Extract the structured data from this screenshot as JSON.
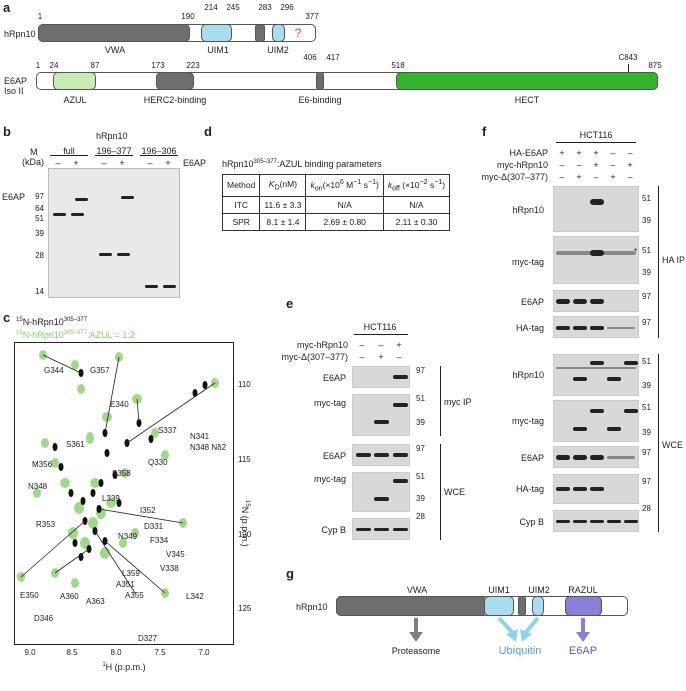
{
  "panels": {
    "a": "a",
    "b": "b",
    "c": "c",
    "d": "d",
    "e": "e",
    "f": "f",
    "g": "g"
  },
  "a": {
    "hrpn10": {
      "name": "hRpn10",
      "n1": "1",
      "n190": "190",
      "n214": "214",
      "n245": "245",
      "n283": "283",
      "n296": "296",
      "n377": "377",
      "vwa": "VWA",
      "uim1": "UIM1",
      "uim2": "UIM2",
      "q": "?"
    },
    "e6ap": {
      "name": "E6AP",
      "iso": "Iso II",
      "n1": "1",
      "n24": "24",
      "n87": "87",
      "n173": "173",
      "n223": "223",
      "n406": "406",
      "n417": "417",
      "n518": "518",
      "n875": "875",
      "c843": "C843",
      "azul": "AZUL",
      "herc2": "HERC2-binding",
      "e6": "E6-binding",
      "hect": "HECT"
    }
  },
  "b": {
    "m": "M",
    "kda": "(kDa)",
    "hrpn10": "hRpn10",
    "full": "full",
    "r1": "196–377",
    "r2": "196–306",
    "lanes": [
      "–",
      "+",
      "–",
      "+",
      "–",
      "+"
    ],
    "e6ap": "E6AP",
    "e6ap_mark": "E6AP",
    "markers": [
      "97",
      "64",
      "51",
      "39",
      "28",
      "14"
    ]
  },
  "c": {
    "legend1": "15N-hRpn10305–377",
    "legend2": "15N-hRpn10305–377:AZUL = 1:2",
    "l1a": "15",
    "l1b": "N-hRpn10",
    "l1c": "305–377",
    "l2a": "15",
    "l2b": "N-hRpn10",
    "l2c": "305–377",
    "l2d": ":AZUL = 1:2",
    "xlabel": "1H (p.p.m.)",
    "xl_sup": "1",
    "xl_main": "H (p.p.m.)",
    "ylabel_sup": "15",
    "ylabel_main": "N (p.p.m.)",
    "xticks": [
      "9.0",
      "8.5",
      "8.0",
      "7.5",
      "7.0"
    ],
    "yticks": [
      "110",
      "115",
      "120",
      "125"
    ],
    "peaks": [
      "G344",
      "G357",
      "E340",
      "S337",
      "N341",
      "N348 Nδ2",
      "S361",
      "Q330",
      "M356",
      "S358",
      "N348",
      "L339",
      "I352",
      "R353",
      "D331",
      "N349",
      "F334",
      "V345",
      "V338",
      "L359",
      "A351",
      "E350",
      "A360",
      "A363",
      "A355",
      "L342",
      "D346",
      "D327"
    ]
  },
  "d": {
    "title": "hRpn10305–377:AZUL binding parameters",
    "title_a": "hRpn10",
    "title_b": "305–377",
    "title_c": ":AZUL binding parameters",
    "headers": [
      "Method",
      "KD(nM)",
      "kon(×10^6 M^-1 s^-1)",
      "koff (×10^-2 s^-1)"
    ],
    "rows": [
      [
        "ITC",
        "11.6 ± 3.3",
        "N/A",
        "N/A"
      ],
      [
        "SPR",
        "8.1 ± 1.4",
        "2.69 ± 0.80",
        "2.11 ± 0.30"
      ]
    ]
  },
  "e": {
    "cell": "HCT116",
    "row1": "myc-hRpn10",
    "row2": "myc-Δ(307–377)",
    "r1": [
      "–",
      "–",
      "+"
    ],
    "r2": [
      "–",
      "+",
      "–"
    ],
    "blots": [
      "E6AP",
      "myc-tag",
      "E6AP",
      "myc-tag",
      "Cyp B"
    ],
    "markers": [
      "97",
      "51",
      "39",
      "97",
      "51",
      "39",
      "28"
    ],
    "mycip": "myc IP",
    "wce": "WCE"
  },
  "f": {
    "cell": "HCT116",
    "row1": "HA-E6AP",
    "row2": "myc-hRpn10",
    "row3": "myc-Δ(307–377)",
    "r1": [
      "+",
      "+",
      "+",
      "–",
      "–"
    ],
    "r2": [
      "–",
      "–",
      "+",
      "–",
      "+"
    ],
    "r3": [
      "–",
      "+",
      "–",
      "+",
      "–"
    ],
    "blots": [
      "hRpn10",
      "myc-tag",
      "E6AP",
      "HA-tag",
      "hRpn10",
      "myc-tag",
      "E6AP",
      "HA-tag",
      "Cyp B"
    ],
    "markers": [
      "51",
      "39",
      "51",
      "39",
      "97",
      "97",
      "51",
      "39",
      "51",
      "39",
      "97",
      "97",
      "28"
    ],
    "haip": "HA IP",
    "wce": "WCE",
    "ast": "*"
  },
  "g": {
    "name": "hRpn10",
    "vwa": "VWA",
    "uim1": "UIM1",
    "uim2": "UIM2",
    "razul": "RAZUL",
    "proteasome": "Proteasome",
    "ubiquitin": "Ubiquitin",
    "e6ap": "E6AP"
  },
  "colors": {
    "vwa": "#6e6e6e",
    "uim": "#a8dcef",
    "azul": "#c9ecb4",
    "hect": "#33b52b",
    "razul": "#8a7fd6",
    "nmr_green": "#9fd88b",
    "ubq_arrow": "#8fd2ec",
    "prot_arrow": "#808080"
  }
}
